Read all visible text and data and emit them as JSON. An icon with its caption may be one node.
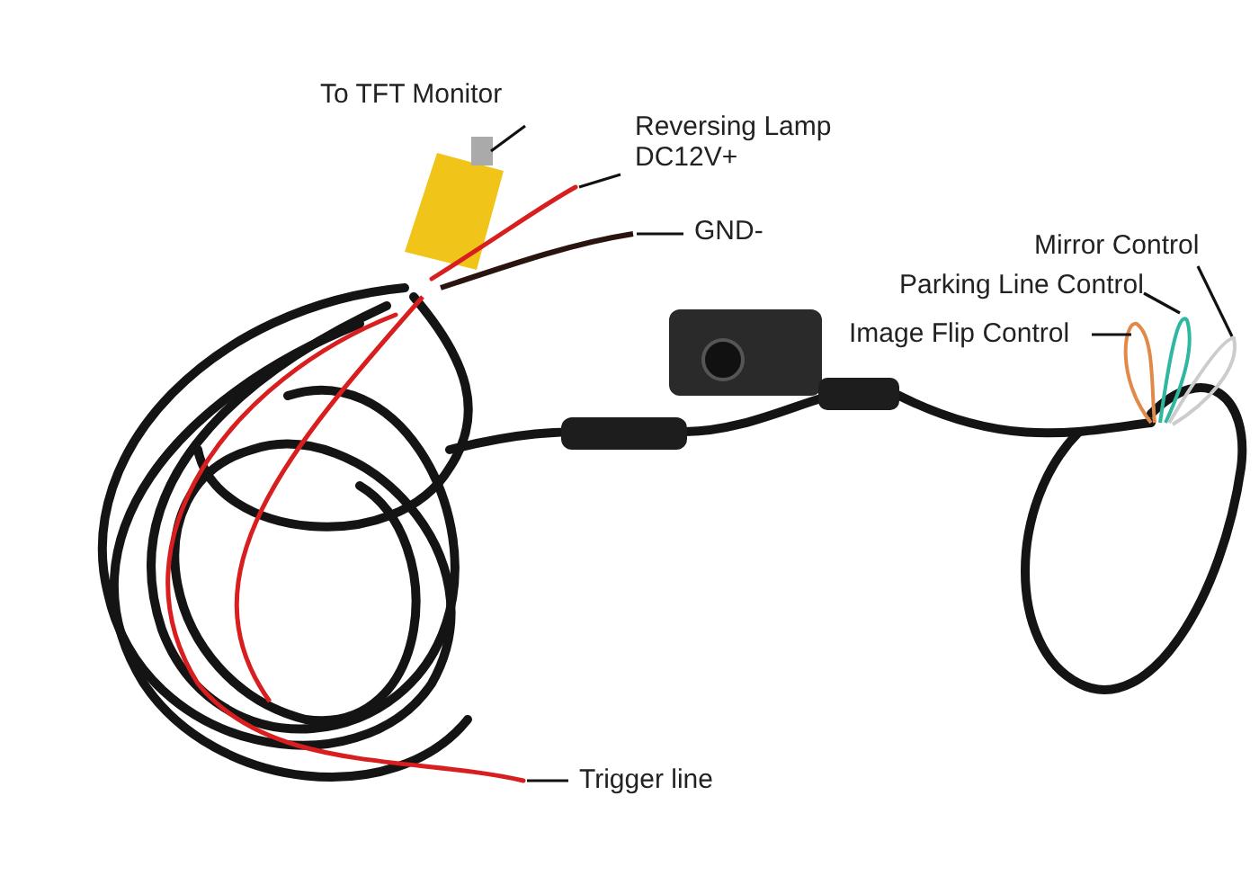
{
  "diagram": {
    "nodes": [
      {
        "text": [
          "To TFT Monitor"
        ]
      },
      {
        "text": [
          "Reversing Lamp DC12V+"
        ]
      },
      {
        "text": [
          "GND-"
        ]
      },
      {
        "text": [
          "Mirror Control"
        ]
      },
      {
        "text": [
          "Parking Line Control"
        ]
      },
      {
        "text": [
          "Image Flip Control"
        ]
      },
      {
        "text": [
          "Trigger line"
        ]
      },
      {
        "text": [],
        "shape": "picture"
      },
      {
        "text": [],
        "shape": "picture"
      },
      {
        "text": [],
        "shape": "picture"
      },
      {
        "text": [],
        "shape": "picture"
      },
      {
        "text": [],
        "shape": "picture"
      },
      {
        "text": [],
        "shape": "picture"
      },
      {
        "text": [],
        "shape": "picture"
      }
    ],
    "edges": [
      {
        "from": 0,
        "to": 7,
        "arrow": "none"
      },
      {
        "from": 1,
        "to": 8,
        "arrow": "none"
      },
      {
        "from": 2,
        "to": 9,
        "arrow": "none"
      },
      {
        "from": 3,
        "to": 10,
        "arrow": "none"
      },
      {
        "from": 4,
        "to": 11,
        "arrow": "none"
      },
      {
        "from": 5,
        "to": 12,
        "arrow": "none"
      },
      {
        "from": 6,
        "to": 13,
        "arrow": "none"
      }
    ]
  }
}
